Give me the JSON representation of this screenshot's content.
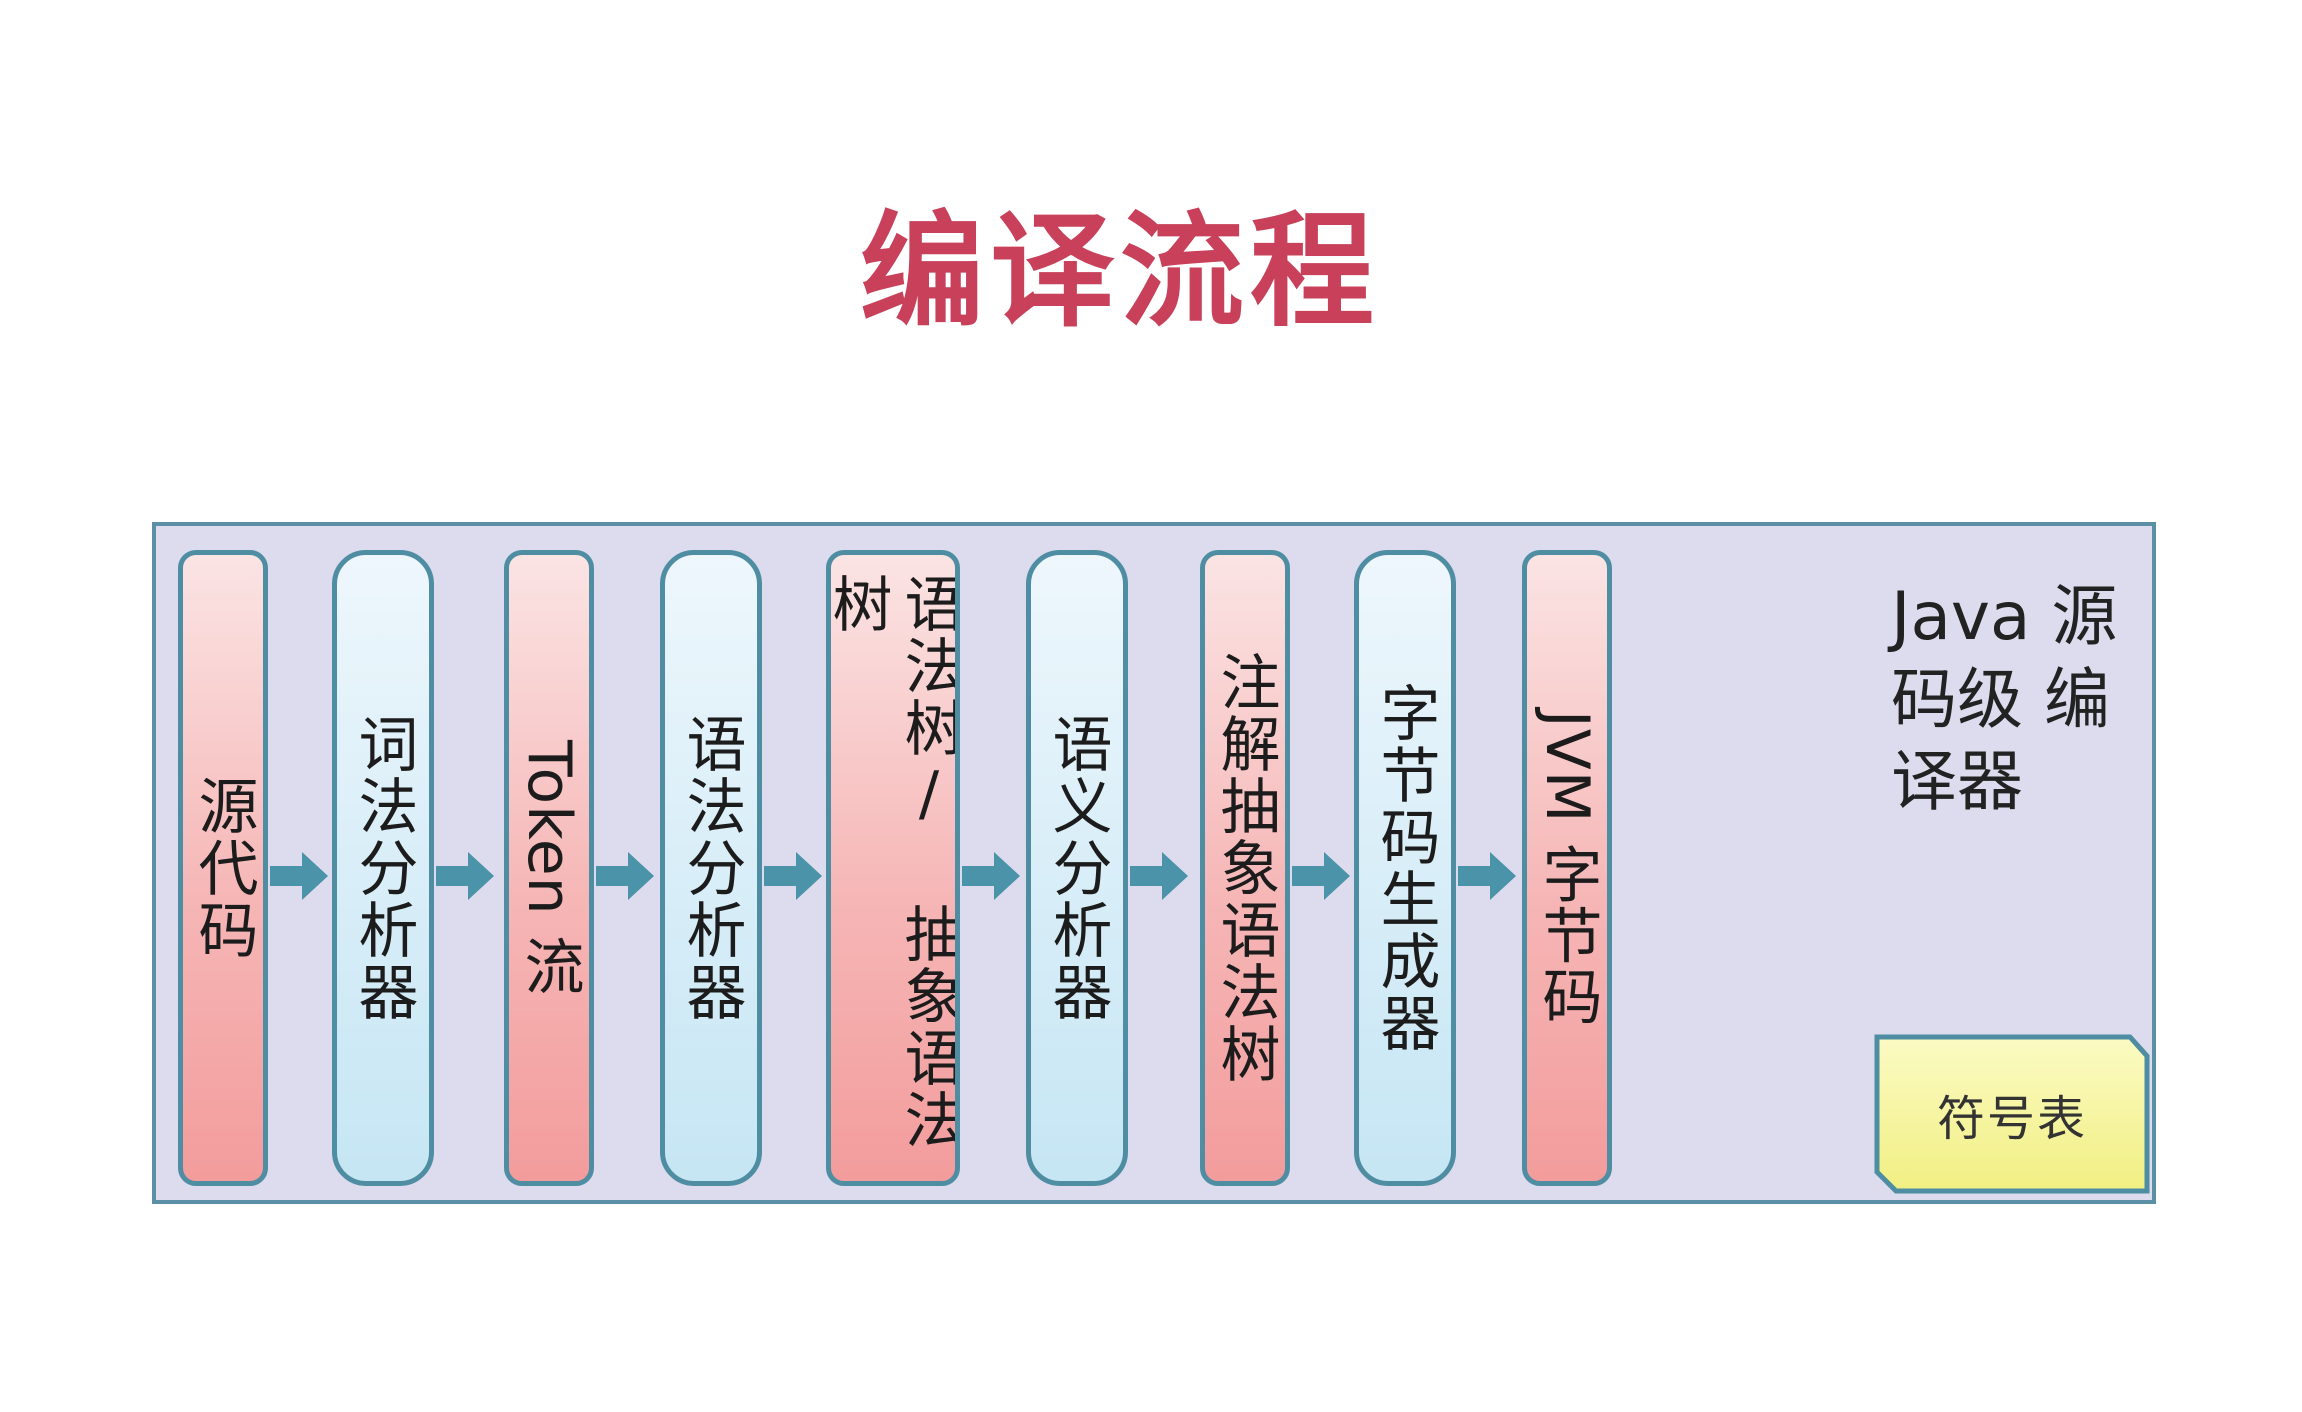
{
  "title": "编译流程",
  "stages": [
    {
      "label": "源代码",
      "kind": "data"
    },
    {
      "label": "词法分析器",
      "kind": "process"
    },
    {
      "label": "Token 流",
      "kind": "data"
    },
    {
      "label": "语法分析器",
      "kind": "process"
    },
    {
      "label": "语法树/ 抽象语法树",
      "kind": "data"
    },
    {
      "label": "语义分析器",
      "kind": "process"
    },
    {
      "label": "注解抽象语法树",
      "kind": "data"
    },
    {
      "label": "字节码生成器",
      "kind": "process"
    },
    {
      "label": "JVM 字节码",
      "kind": "data"
    }
  ],
  "scope_label": "Java 源码级 编译器",
  "symbol_table_label": "符号表",
  "colors": {
    "title": "#c8405a",
    "frame_fill": "#dcdcee",
    "frame_border": "#5a8fa6",
    "data_fill": "#f6b6b6",
    "process_fill": "#d9eef8",
    "arrow": "#4a93a8",
    "symbol_table_fill": "#f6f59a"
  }
}
